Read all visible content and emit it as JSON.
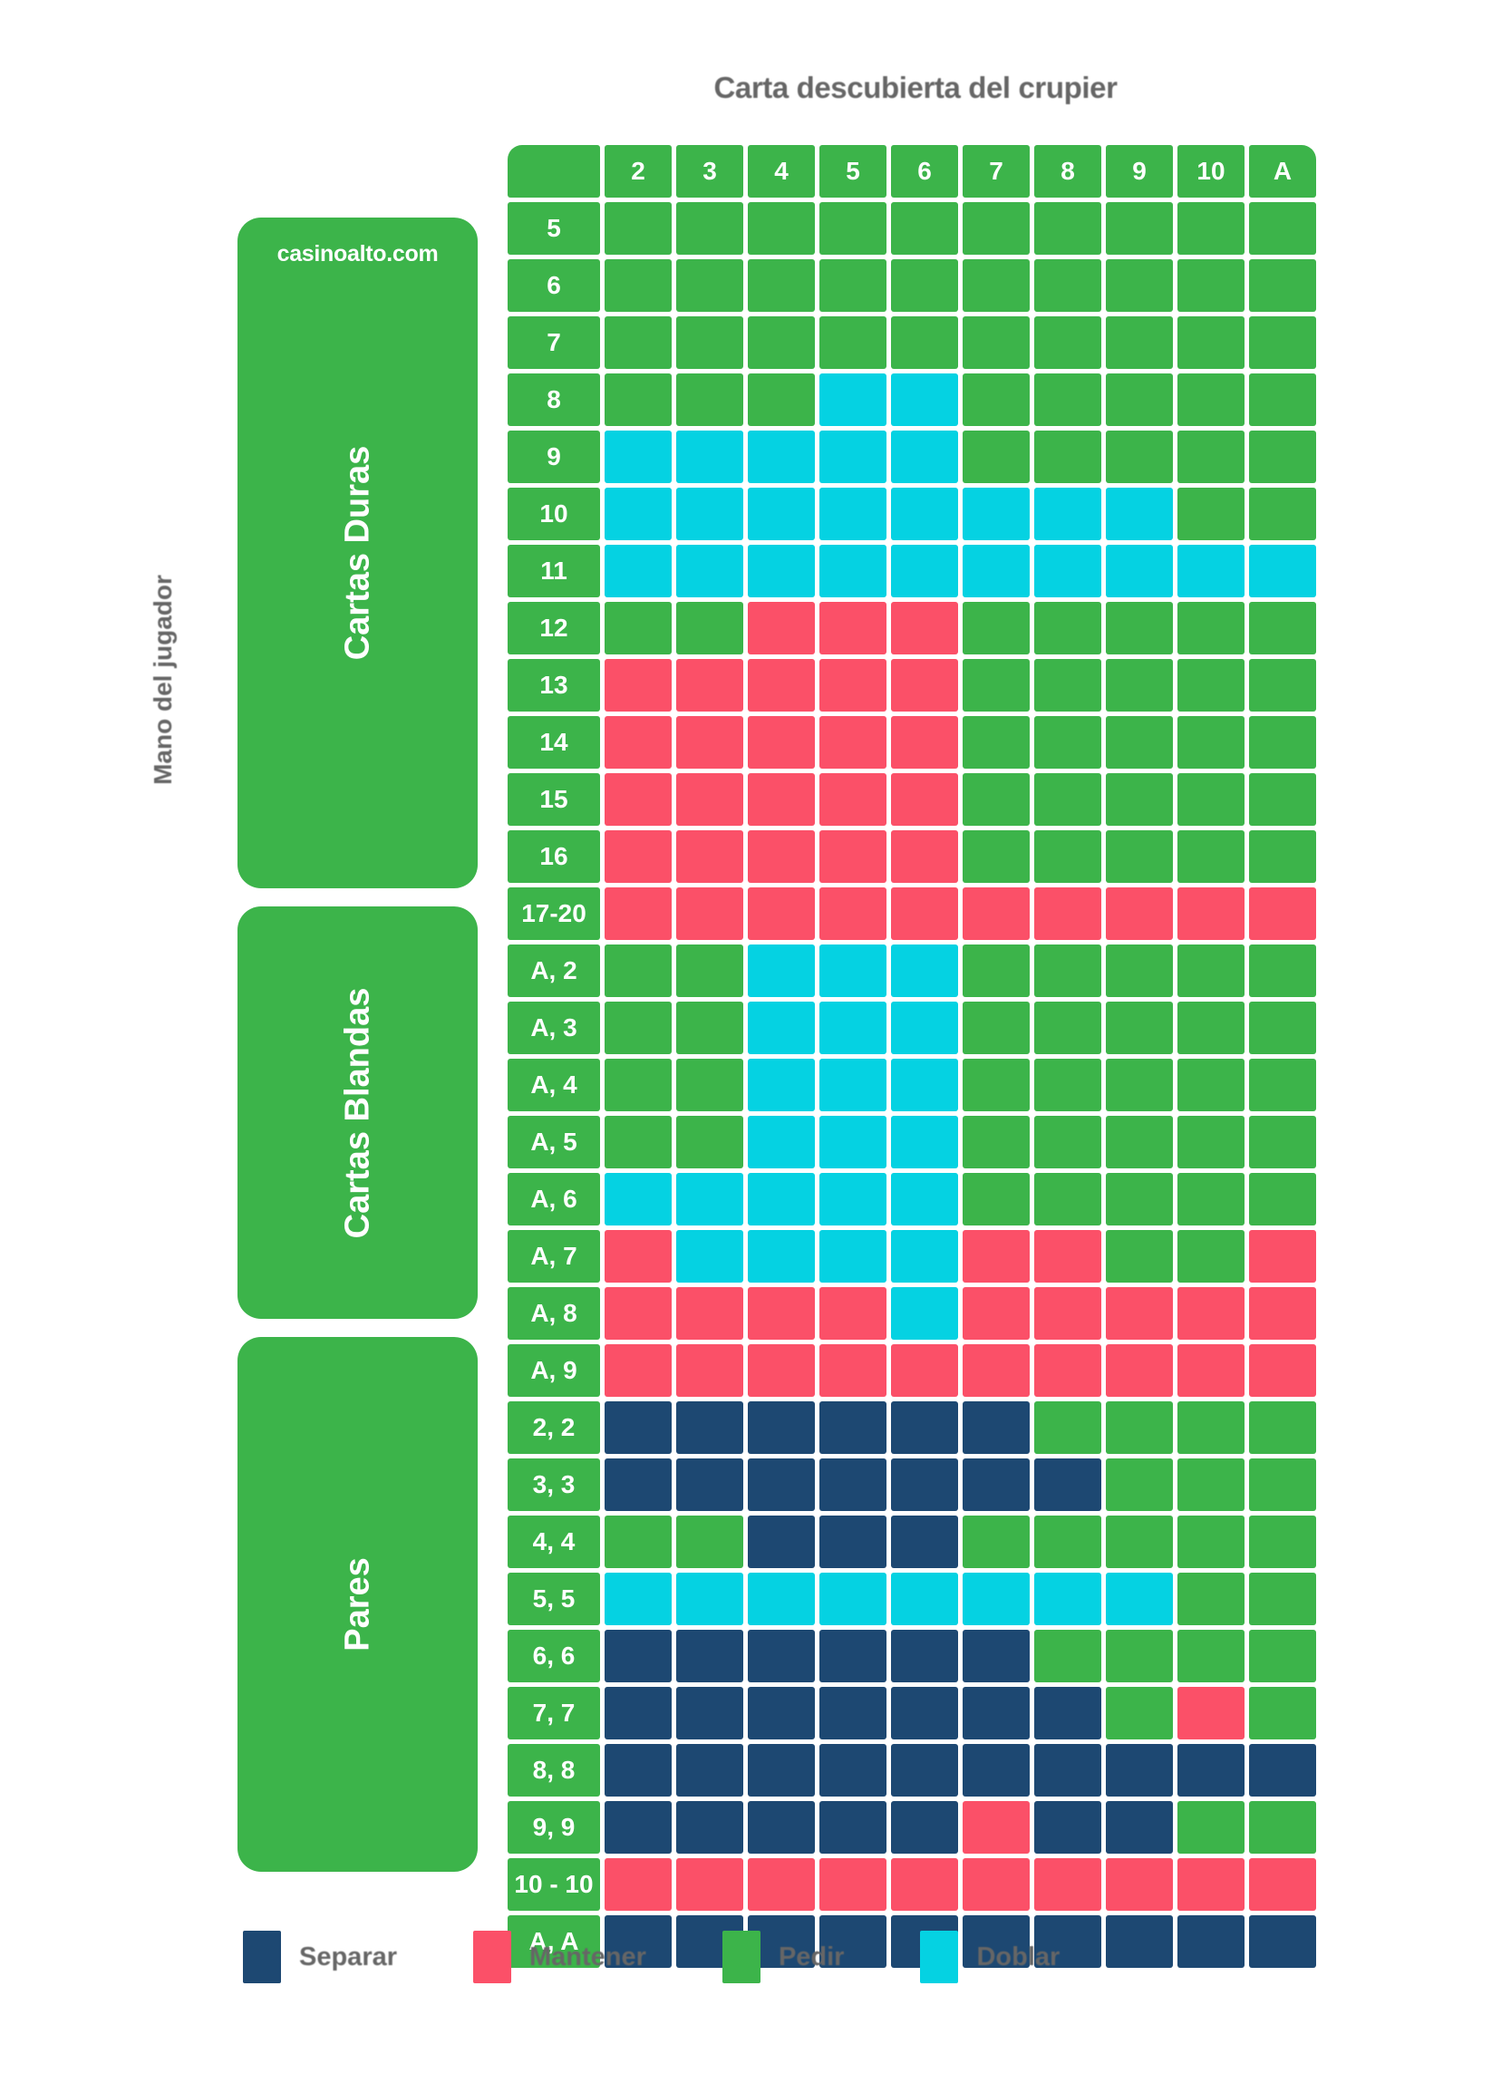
{
  "title": "Carta descubierta del crupier",
  "axis": {
    "player_hand_label": "Mano del jugador"
  },
  "brand": "casinoalto.com",
  "colors": {
    "green": "#3cb44a",
    "pink": "#fb5068",
    "cyan": "#05d2e2",
    "blue": "#1d4872",
    "text_gray": "#666666",
    "white": "#ffffff"
  },
  "sections": [
    {
      "id": "hard",
      "label": "Cartas Duras"
    },
    {
      "id": "soft",
      "label": "Cartas Blandas"
    },
    {
      "id": "pairs",
      "label": "Pares"
    }
  ],
  "legend": [
    {
      "key": "P",
      "label": "Separar",
      "color": "#1d4872"
    },
    {
      "key": "S",
      "label": "Mantener",
      "color": "#fb5068"
    },
    {
      "key": "H",
      "label": "Pedir",
      "color": "#3cb44a"
    },
    {
      "key": "D",
      "label": "Doblar",
      "color": "#05d2e2"
    }
  ],
  "chart_data": {
    "type": "heatmap",
    "title": "Carta descubierta del crupier",
    "xlabel": "Carta descubierta del crupier",
    "ylabel": "Mano del jugador",
    "grid": true,
    "legend_position": "bottom",
    "columns": [
      "2",
      "3",
      "4",
      "5",
      "6",
      "7",
      "8",
      "9",
      "10",
      "A"
    ],
    "value_key": {
      "H": "Pedir",
      "S": "Mantener",
      "D": "Doblar",
      "P": "Separar"
    },
    "rows": [
      {
        "section": "hard",
        "label": "5",
        "values": [
          "H",
          "H",
          "H",
          "H",
          "H",
          "H",
          "H",
          "H",
          "H",
          "H"
        ]
      },
      {
        "section": "hard",
        "label": "6",
        "values": [
          "H",
          "H",
          "H",
          "H",
          "H",
          "H",
          "H",
          "H",
          "H",
          "H"
        ]
      },
      {
        "section": "hard",
        "label": "7",
        "values": [
          "H",
          "H",
          "H",
          "H",
          "H",
          "H",
          "H",
          "H",
          "H",
          "H"
        ]
      },
      {
        "section": "hard",
        "label": "8",
        "values": [
          "H",
          "H",
          "H",
          "D",
          "D",
          "H",
          "H",
          "H",
          "H",
          "H"
        ]
      },
      {
        "section": "hard",
        "label": "9",
        "values": [
          "D",
          "D",
          "D",
          "D",
          "D",
          "H",
          "H",
          "H",
          "H",
          "H"
        ]
      },
      {
        "section": "hard",
        "label": "10",
        "values": [
          "D",
          "D",
          "D",
          "D",
          "D",
          "D",
          "D",
          "D",
          "H",
          "H"
        ]
      },
      {
        "section": "hard",
        "label": "11",
        "values": [
          "D",
          "D",
          "D",
          "D",
          "D",
          "D",
          "D",
          "D",
          "D",
          "D"
        ]
      },
      {
        "section": "hard",
        "label": "12",
        "values": [
          "H",
          "H",
          "S",
          "S",
          "S",
          "H",
          "H",
          "H",
          "H",
          "H"
        ]
      },
      {
        "section": "hard",
        "label": "13",
        "values": [
          "S",
          "S",
          "S",
          "S",
          "S",
          "H",
          "H",
          "H",
          "H",
          "H"
        ]
      },
      {
        "section": "hard",
        "label": "14",
        "values": [
          "S",
          "S",
          "S",
          "S",
          "S",
          "H",
          "H",
          "H",
          "H",
          "H"
        ]
      },
      {
        "section": "hard",
        "label": "15",
        "values": [
          "S",
          "S",
          "S",
          "S",
          "S",
          "H",
          "H",
          "H",
          "H",
          "H"
        ]
      },
      {
        "section": "hard",
        "label": "16",
        "values": [
          "S",
          "S",
          "S",
          "S",
          "S",
          "H",
          "H",
          "H",
          "H",
          "H"
        ]
      },
      {
        "section": "hard",
        "label": "17-20",
        "values": [
          "S",
          "S",
          "S",
          "S",
          "S",
          "S",
          "S",
          "S",
          "S",
          "S"
        ]
      },
      {
        "section": "soft",
        "label": "A, 2",
        "values": [
          "H",
          "H",
          "D",
          "D",
          "D",
          "H",
          "H",
          "H",
          "H",
          "H"
        ]
      },
      {
        "section": "soft",
        "label": "A, 3",
        "values": [
          "H",
          "H",
          "D",
          "D",
          "D",
          "H",
          "H",
          "H",
          "H",
          "H"
        ]
      },
      {
        "section": "soft",
        "label": "A, 4",
        "values": [
          "H",
          "H",
          "D",
          "D",
          "D",
          "H",
          "H",
          "H",
          "H",
          "H"
        ]
      },
      {
        "section": "soft",
        "label": "A, 5",
        "values": [
          "H",
          "H",
          "D",
          "D",
          "D",
          "H",
          "H",
          "H",
          "H",
          "H"
        ]
      },
      {
        "section": "soft",
        "label": "A, 6",
        "values": [
          "D",
          "D",
          "D",
          "D",
          "D",
          "H",
          "H",
          "H",
          "H",
          "H"
        ]
      },
      {
        "section": "soft",
        "label": "A, 7",
        "values": [
          "S",
          "D",
          "D",
          "D",
          "D",
          "S",
          "S",
          "H",
          "H",
          "S"
        ]
      },
      {
        "section": "soft",
        "label": "A, 8",
        "values": [
          "S",
          "S",
          "S",
          "S",
          "D",
          "S",
          "S",
          "S",
          "S",
          "S"
        ]
      },
      {
        "section": "soft",
        "label": "A, 9",
        "values": [
          "S",
          "S",
          "S",
          "S",
          "S",
          "S",
          "S",
          "S",
          "S",
          "S"
        ]
      },
      {
        "section": "pairs",
        "label": "2, 2",
        "values": [
          "P",
          "P",
          "P",
          "P",
          "P",
          "P",
          "H",
          "H",
          "H",
          "H"
        ]
      },
      {
        "section": "pairs",
        "label": "3, 3",
        "values": [
          "P",
          "P",
          "P",
          "P",
          "P",
          "P",
          "P",
          "H",
          "H",
          "H"
        ]
      },
      {
        "section": "pairs",
        "label": "4, 4",
        "values": [
          "H",
          "H",
          "P",
          "P",
          "P",
          "H",
          "H",
          "H",
          "H",
          "H"
        ]
      },
      {
        "section": "pairs",
        "label": "5, 5",
        "values": [
          "D",
          "D",
          "D",
          "D",
          "D",
          "D",
          "D",
          "D",
          "H",
          "H"
        ]
      },
      {
        "section": "pairs",
        "label": "6, 6",
        "values": [
          "P",
          "P",
          "P",
          "P",
          "P",
          "P",
          "H",
          "H",
          "H",
          "H"
        ]
      },
      {
        "section": "pairs",
        "label": "7, 7",
        "values": [
          "P",
          "P",
          "P",
          "P",
          "P",
          "P",
          "P",
          "H",
          "S",
          "H"
        ]
      },
      {
        "section": "pairs",
        "label": "8, 8",
        "values": [
          "P",
          "P",
          "P",
          "P",
          "P",
          "P",
          "P",
          "P",
          "P",
          "P"
        ]
      },
      {
        "section": "pairs",
        "label": "9, 9",
        "values": [
          "P",
          "P",
          "P",
          "P",
          "P",
          "S",
          "P",
          "P",
          "H",
          "H"
        ]
      },
      {
        "section": "pairs",
        "label": "10 - 10",
        "values": [
          "S",
          "S",
          "S",
          "S",
          "S",
          "S",
          "S",
          "S",
          "S",
          "S"
        ]
      },
      {
        "section": "pairs",
        "label": "A, A",
        "values": [
          "P",
          "P",
          "P",
          "P",
          "P",
          "P",
          "P",
          "P",
          "P",
          "P"
        ]
      }
    ]
  }
}
